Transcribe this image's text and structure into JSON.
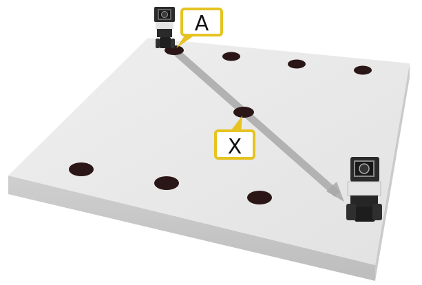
{
  "labels": {
    "start": "A",
    "waypoint": "X"
  },
  "colors": {
    "board_top": "#e9e9e9",
    "board_side": "#d6d6d6",
    "board_front": "#c9c9c9",
    "dot": "#2a1616",
    "path": "#a9a9a9",
    "callout_fill": "#ffffff",
    "callout_border": "#e6c322"
  },
  "icons": {
    "robot": "robot-icon"
  },
  "dots_count": 8
}
